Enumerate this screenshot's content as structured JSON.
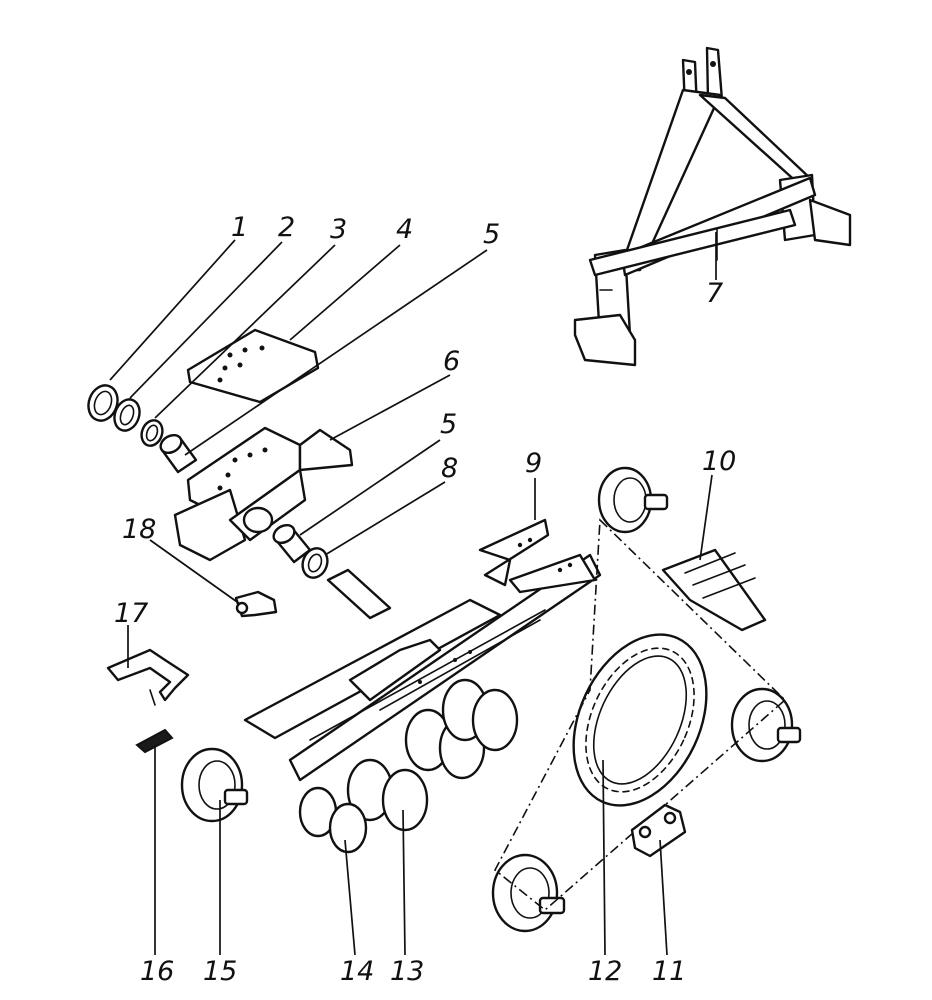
{
  "diagram": {
    "callouts": {
      "c1": "1",
      "c2": "2",
      "c3": "3",
      "c4": "4",
      "c5a": "5",
      "c5b": "5",
      "c6": "6",
      "c7": "7",
      "c8": "8",
      "c9": "9",
      "c10": "10",
      "c11": "11",
      "c12": "12",
      "c13": "13",
      "c14": "14",
      "c15": "15",
      "c16": "16",
      "c17": "17",
      "c18": "18"
    }
  }
}
